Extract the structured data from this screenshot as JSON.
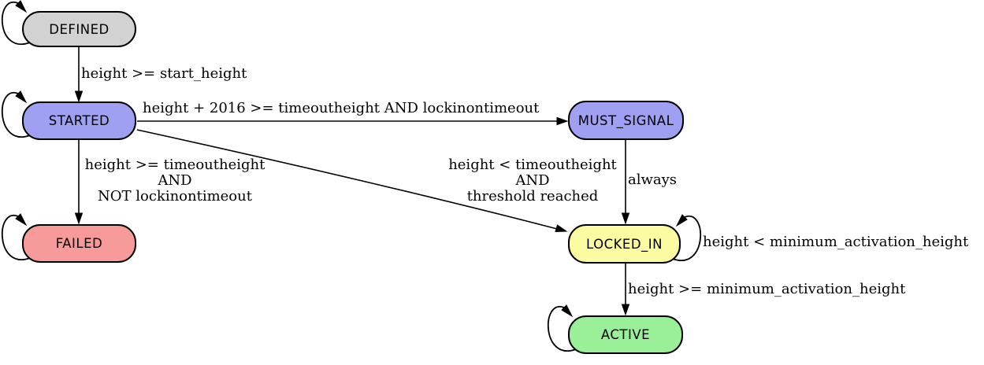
{
  "diagram": {
    "type": "state-machine",
    "background": "#ffffff",
    "edge_color": "#000000",
    "nodes": [
      {
        "id": "DEFINED",
        "label": "DEFINED",
        "fill": "#d2d2d2",
        "self_loop": true
      },
      {
        "id": "STARTED",
        "label": "STARTED",
        "fill": "#a0a0f2",
        "self_loop": true
      },
      {
        "id": "FAILED",
        "label": "FAILED",
        "fill": "#f69a9a",
        "self_loop": true
      },
      {
        "id": "MUST_SIGNAL",
        "label": "MUST_SIGNAL",
        "fill": "#a0a0f2",
        "self_loop": false
      },
      {
        "id": "LOCKED_IN",
        "label": "LOCKED_IN",
        "fill": "#fbfba1",
        "self_loop": true
      },
      {
        "id": "ACTIVE",
        "label": "ACTIVE",
        "fill": "#99f099",
        "self_loop": true
      }
    ],
    "edges": {
      "defined_started": {
        "from": "DEFINED",
        "to": "STARTED",
        "label": "height >= start_height"
      },
      "started_must_signal": {
        "from": "STARTED",
        "to": "MUST_SIGNAL",
        "label": "height + 2016 >= timeoutheight AND lockinontimeout"
      },
      "started_failed": {
        "from": "STARTED",
        "to": "FAILED",
        "lines": [
          "height >= timeoutheight",
          "AND",
          "NOT lockinontimeout"
        ]
      },
      "started_locked_in": {
        "from": "STARTED",
        "to": "LOCKED_IN",
        "lines": [
          "height < timeoutheight",
          "AND",
          "threshold reached"
        ]
      },
      "must_signal_locked_in": {
        "from": "MUST_SIGNAL",
        "to": "LOCKED_IN",
        "label": "always"
      },
      "locked_in_self": {
        "from": "LOCKED_IN",
        "to": "LOCKED_IN",
        "label": "height < minimum_activation_height"
      },
      "locked_in_active": {
        "from": "LOCKED_IN",
        "to": "ACTIVE",
        "label": "height >= minimum_activation_height"
      }
    }
  }
}
